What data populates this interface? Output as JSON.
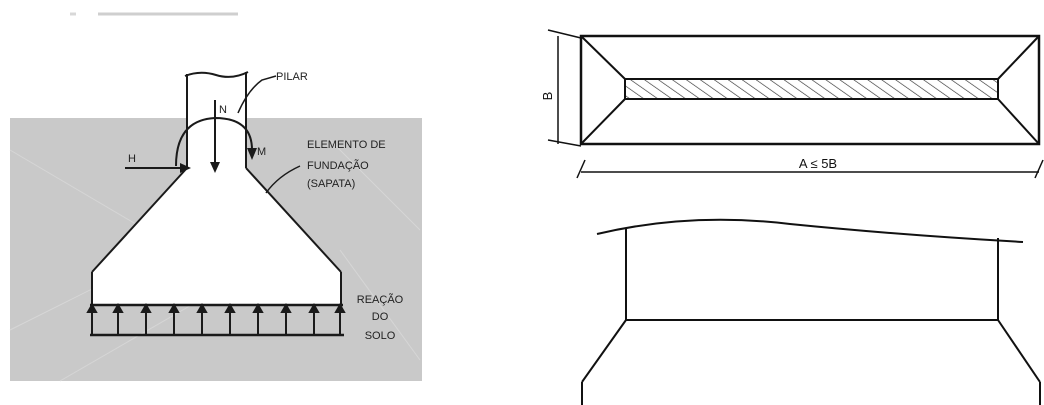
{
  "left_figure": {
    "labels": {
      "pilar": "PILAR",
      "n": "N",
      "h": "H",
      "m": "M",
      "elemento": [
        "ELEMENTO DE",
        "FUNDAÇÃO",
        "(SAPATA)"
      ],
      "reacao": [
        "REAÇÃO",
        "DO",
        "SOLO"
      ]
    },
    "colors": {
      "soil": "#c9c9c9",
      "line": "#1a1a1a"
    }
  },
  "right_plan": {
    "dim_b": "B",
    "dim_a": "A ≤ 5B"
  }
}
